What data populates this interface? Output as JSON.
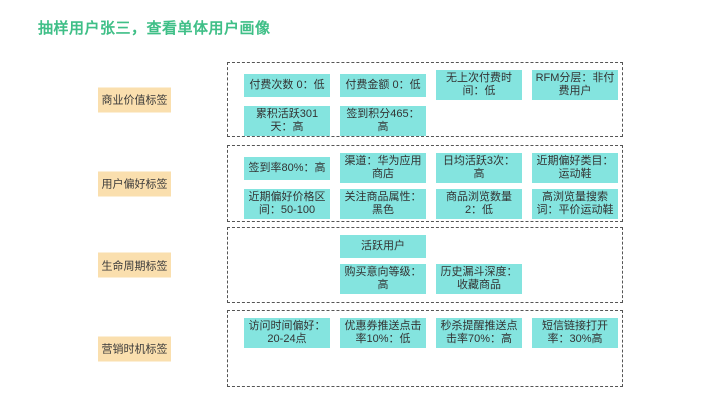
{
  "title": "抽样用户张三，查看单体用户画像",
  "colors": {
    "title": "#3FBF87",
    "label_bg": "#FADFAE",
    "tag_bg": "#84E4DF",
    "tag_text": "#333333",
    "box_border": "#555555"
  },
  "sections": [
    {
      "label": "商业价值标签",
      "tags": [
        {
          "label": "付费次数 0：低",
          "col": 1,
          "row": 1
        },
        {
          "label": "付费金额 0：低",
          "col": 2,
          "row": 1
        },
        {
          "label": "无上次付费时间：低",
          "col": 3,
          "row": 1
        },
        {
          "label": "RFM分层：非付费用户",
          "col": 4,
          "row": 1
        },
        {
          "label": "累积活跃301天：高",
          "col": 1,
          "row": 2
        },
        {
          "label": "签到积分465：高",
          "col": 2,
          "row": 2
        }
      ]
    },
    {
      "label": "用户偏好标签",
      "tags": [
        {
          "label": "签到率80%：高",
          "col": 1,
          "row": 1
        },
        {
          "label": "渠道：华为应用商店",
          "col": 2,
          "row": 1
        },
        {
          "label": "日均活跃3次：高",
          "col": 3,
          "row": 1
        },
        {
          "label": "近期偏好类目：运动鞋",
          "col": 4,
          "row": 1
        },
        {
          "label": "近期偏好价格区间：50-100",
          "col": 1,
          "row": 2
        },
        {
          "label": "关注商品属性：黑色",
          "col": 2,
          "row": 2
        },
        {
          "label": "商品浏览数量2：低",
          "col": 3,
          "row": 2
        },
        {
          "label": "高浏览量搜索词：平价运动鞋",
          "col": 4,
          "row": 2
        }
      ]
    },
    {
      "label": "生命周期标签",
      "tags": [
        {
          "label": "活跃用户",
          "col": 2,
          "row": 1
        },
        {
          "label": "购买意向等级：高",
          "col": 2,
          "row": 2
        },
        {
          "label": "历史漏斗深度：收藏商品",
          "col": 3,
          "row": 2
        }
      ]
    },
    {
      "label": "营销时机标签",
      "tags": [
        {
          "label": "访问时间偏好：20-24点",
          "col": 1,
          "row": 1
        },
        {
          "label": "优惠券推送点击率10%：低",
          "col": 2,
          "row": 1
        },
        {
          "label": "秒杀提醒推送点击率70%：高",
          "col": 3,
          "row": 1
        },
        {
          "label": "短信链接打开率：30%高",
          "col": 4,
          "row": 1
        }
      ]
    }
  ]
}
